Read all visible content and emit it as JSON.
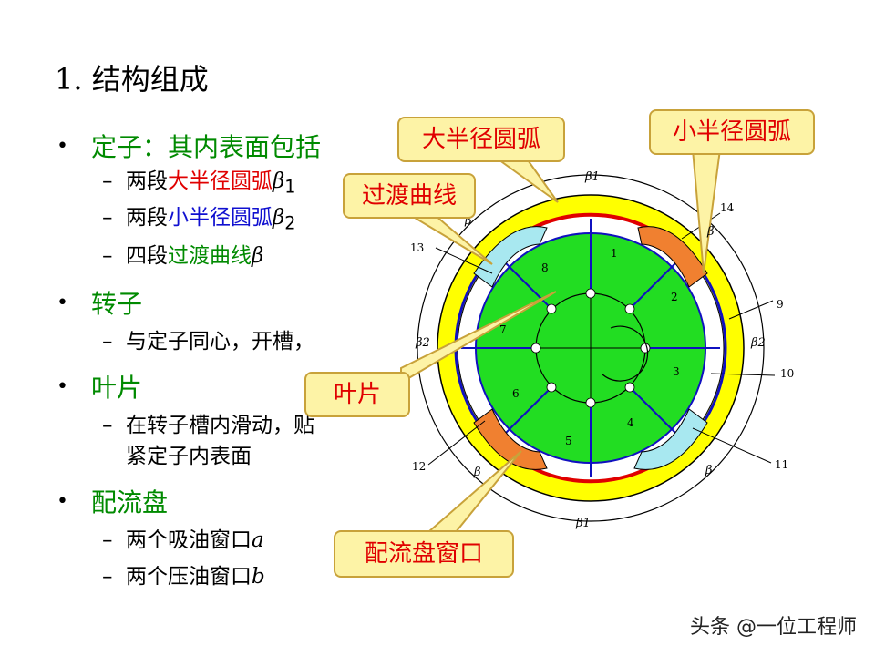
{
  "title": "1. 结构组成",
  "bullets": {
    "stator": {
      "label": "定子：其内表面包括"
    },
    "stator_items": [
      {
        "prefix": "两段",
        "highlight": "大半径圆弧",
        "sym": "β",
        "sub": "1"
      },
      {
        "prefix": "两段",
        "highlight": "小半径圆弧",
        "sym": "β",
        "sub": "2"
      },
      {
        "prefix": "四段",
        "highlight": "过渡曲线",
        "sym": "β",
        "sub": ""
      }
    ],
    "rotor": {
      "label": "转子",
      "item": "与定子同心，开槽，"
    },
    "vane": {
      "label": "叶片",
      "item_line1": "在转子槽内滑动，贴",
      "item_line2": "紧定子内表面"
    },
    "plate": {
      "label": "配流盘"
    },
    "plate_items": [
      {
        "prefix": "两个吸油窗口",
        "sym": "a"
      },
      {
        "prefix": "两个压油窗口",
        "sym": "b"
      }
    ]
  },
  "callouts": {
    "large_arc": "大半径圆弧",
    "small_arc": "小半径圆弧",
    "transition": "过渡曲线",
    "vane": "叶片",
    "port": "配流盘窗口"
  },
  "diagram_labels": {
    "n1": "1",
    "n2": "2",
    "n3": "3",
    "n4": "4",
    "n5": "5",
    "n6": "6",
    "n7": "7",
    "n8": "8",
    "n9": "9",
    "n10": "10",
    "n11": "11",
    "n12": "12",
    "n13": "13",
    "n14": "14",
    "beta1": "β1",
    "beta2": "β2",
    "beta": "β"
  },
  "watermark": "头条 @一位工程师",
  "colors": {
    "yellow": "#ffff00",
    "green": "#22dd22",
    "red": "#e00000",
    "blue": "#1010c0",
    "cyan": "#a8e8f0",
    "orange": "#f08030",
    "callout_bg": "#fdf3a6"
  }
}
